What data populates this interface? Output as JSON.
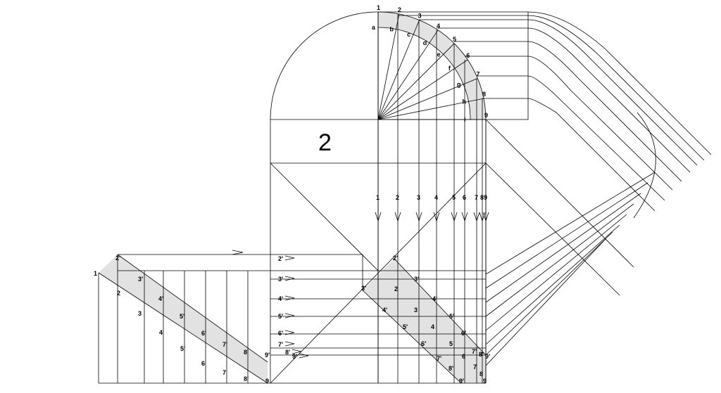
{
  "title_number": "2",
  "arc_numbers": [
    "1",
    "2",
    "3",
    "4",
    "5",
    "6",
    "7",
    "8",
    "9"
  ],
  "arc_letters": [
    "a",
    "b",
    "c",
    "d",
    "e",
    "f",
    "g",
    "h",
    "i"
  ],
  "arrow_numbers": [
    "1",
    "2",
    "3",
    "4",
    "5",
    "6",
    "7",
    "8",
    "9"
  ],
  "left_upper": [
    "1",
    "2'",
    "3'",
    "4'",
    "5'",
    "6'",
    "7'",
    "8'",
    "9'"
  ],
  "left_lower": [
    "2",
    "3",
    "4",
    "5'",
    "6",
    "7",
    "8'",
    "9"
  ],
  "mid_column": [
    "2'",
    "3'",
    "4'",
    "5'",
    "6'",
    "7'",
    "8'",
    "9'"
  ],
  "right_primes": [
    "2'",
    "3'",
    "4'",
    "5'",
    "6'",
    "7'",
    "8'",
    "9'"
  ],
  "right_plain": [
    "2",
    "3",
    "4",
    "5",
    "6",
    "7",
    "8",
    "9"
  ],
  "right_primes_b": [
    "3'",
    "4'",
    "5'",
    "6'",
    "7'",
    "8'",
    "9'"
  ]
}
